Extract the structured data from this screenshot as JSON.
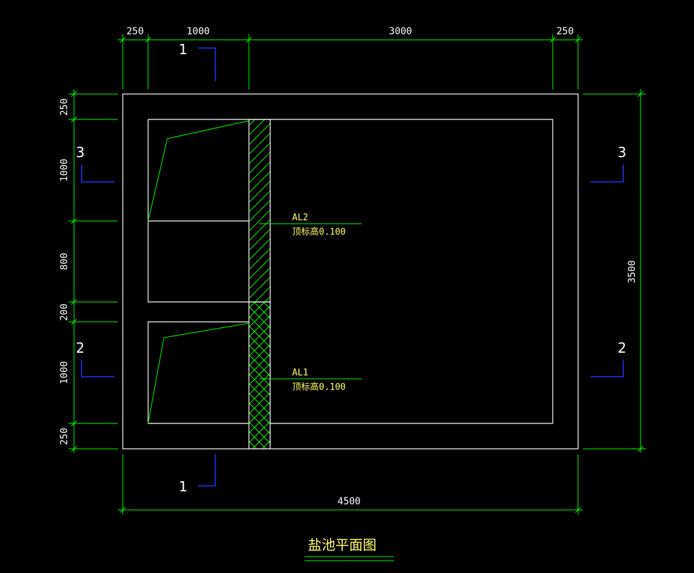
{
  "dimensions": {
    "top": [
      "250",
      "1000",
      "3000",
      "250"
    ],
    "left": [
      "250",
      "1000",
      "800",
      "200",
      "1000",
      "250"
    ],
    "right": "3500",
    "bottom": "4500"
  },
  "sections": {
    "top": "1",
    "bottom": "1",
    "left_upper": "3",
    "right_upper": "3",
    "left_lower": "2",
    "right_lower": "2"
  },
  "beams": {
    "al2": {
      "name": "AL2",
      "elev": "顶标高0.100"
    },
    "al1": {
      "name": "AL1",
      "elev": "顶标高0.100"
    }
  },
  "title": "盐池平面图",
  "colors": {
    "background": "#000000",
    "outline": "#ffffff",
    "dimension": "#00ff00",
    "section_marker": "#2233ff",
    "label": "#ffff66"
  }
}
